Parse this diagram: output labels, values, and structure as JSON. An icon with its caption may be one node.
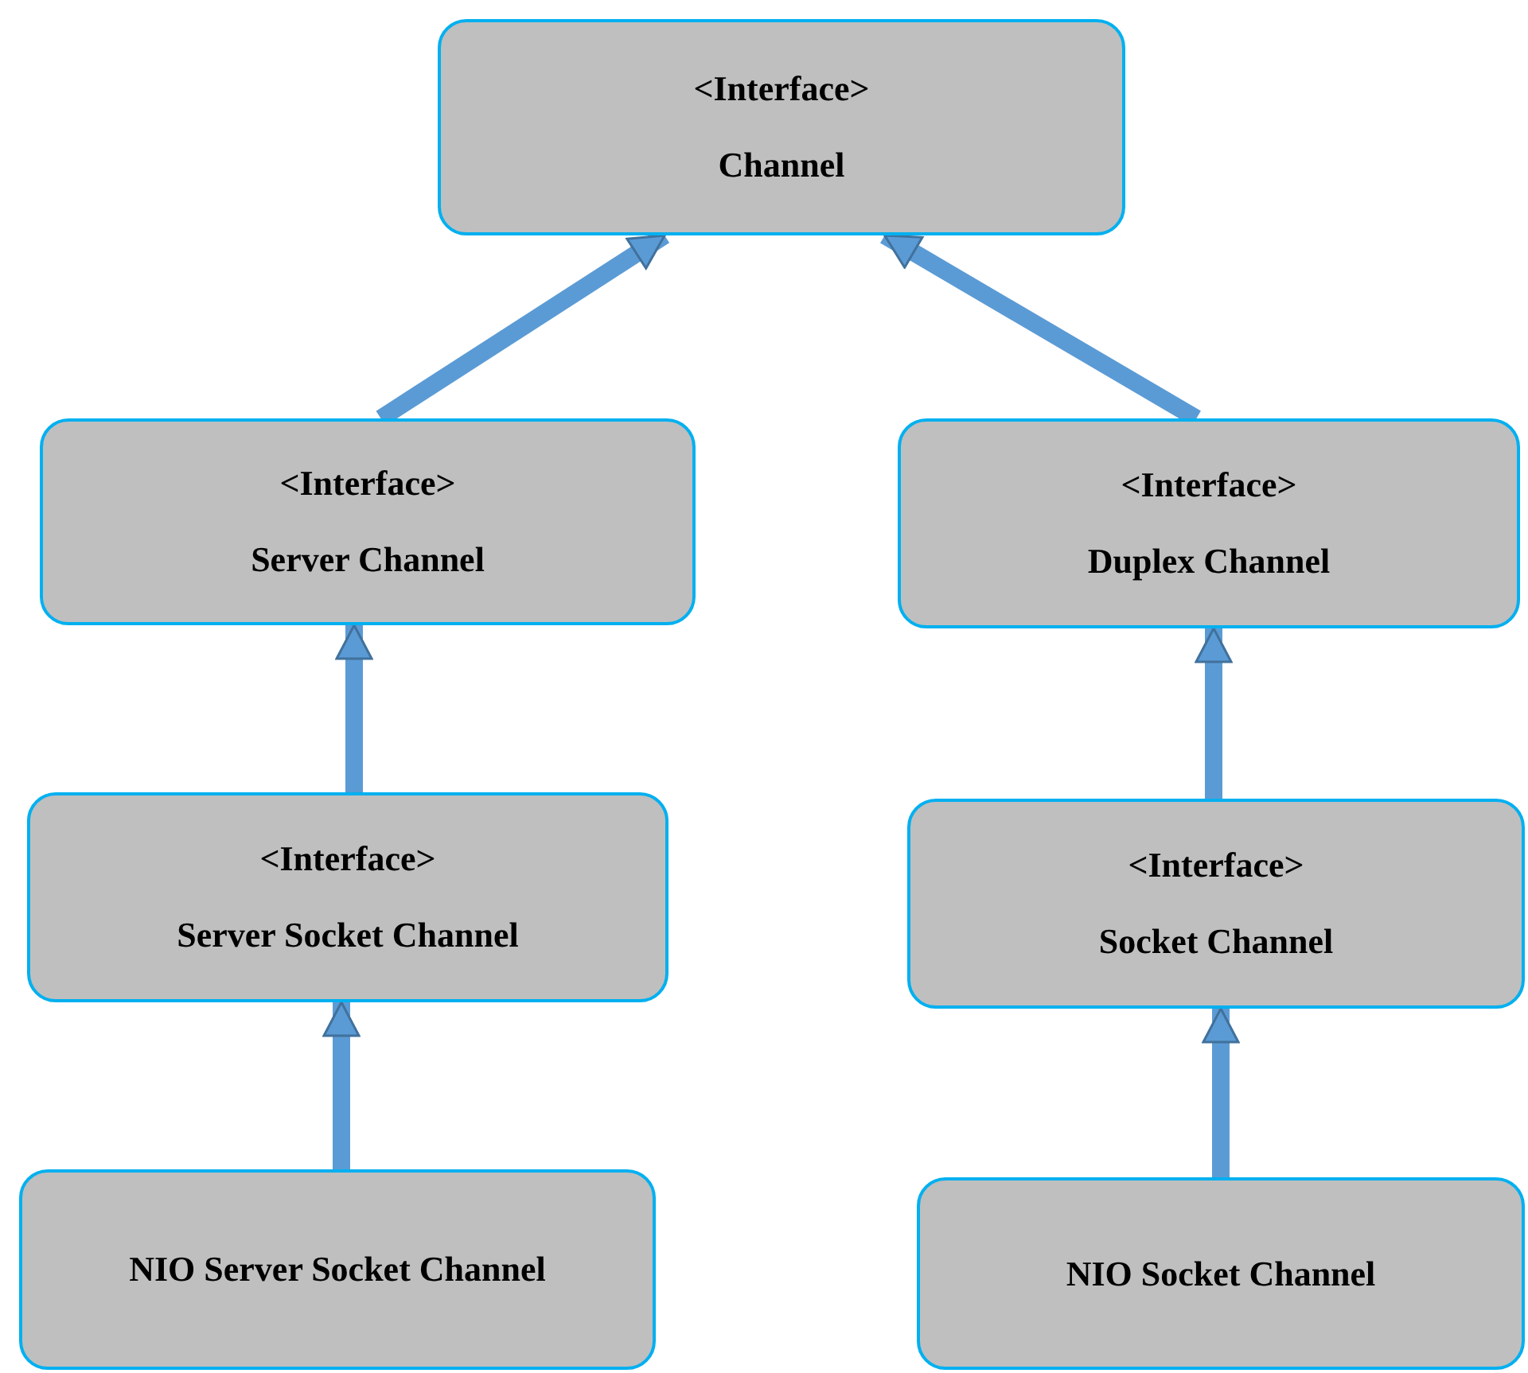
{
  "diagram": {
    "nodes": [
      {
        "text": [
          "<Interface>",
          "Channel"
        ]
      },
      {
        "text": [
          "<Interface>",
          "Server Channel"
        ]
      },
      {
        "text": [
          "<Interface>",
          "Duplex Channel"
        ]
      },
      {
        "text": [
          "<Interface>",
          "Server Socket Channel"
        ]
      },
      {
        "text": [
          "<Interface>",
          "Socket Channel"
        ]
      },
      {
        "text": [
          "NIO Server Socket Channel"
        ]
      },
      {
        "text": [
          "NIO Socket Channel"
        ]
      }
    ],
    "edges": [
      {
        "from": 1,
        "to": 0,
        "arrow": "to"
      },
      {
        "from": 2,
        "to": 0,
        "arrow": "to"
      },
      {
        "from": 3,
        "to": 1,
        "arrow": "to"
      },
      {
        "from": 4,
        "to": 2,
        "arrow": "to"
      },
      {
        "from": 5,
        "to": 3,
        "arrow": "to"
      },
      {
        "from": 6,
        "to": 4,
        "arrow": "to"
      }
    ]
  }
}
